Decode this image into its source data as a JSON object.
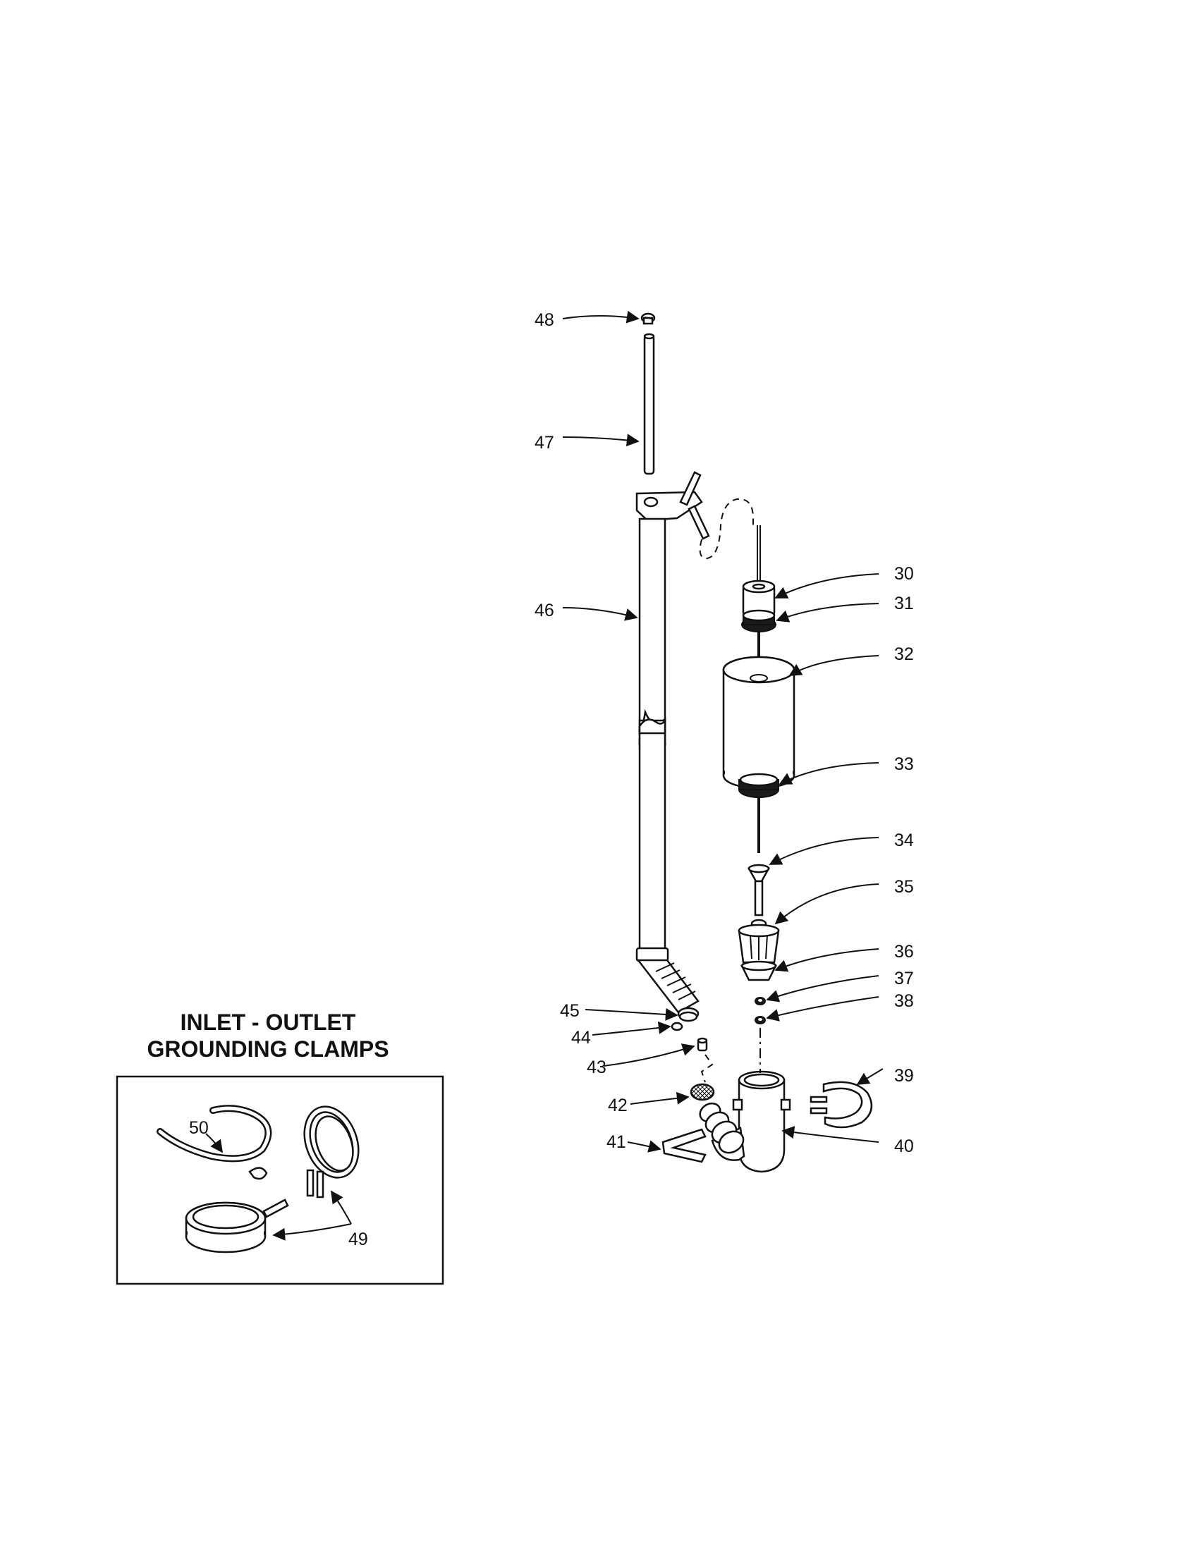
{
  "callouts": {
    "p30": "30",
    "p31": "31",
    "p32": "32",
    "p33": "33",
    "p34": "34",
    "p35": "35",
    "p36": "36",
    "p37": "37",
    "p38": "38",
    "p39": "39",
    "p40": "40",
    "p41": "41",
    "p42": "42",
    "p43": "43",
    "p44": "44",
    "p45": "45",
    "p46": "46",
    "p47": "47",
    "p48": "48",
    "p49": "49",
    "p50": "50"
  },
  "inset": {
    "title_line1": "INLET - OUTLET",
    "title_line2": "GROUNDING CLAMPS"
  },
  "colors": {
    "line": "#111111",
    "background": "#ffffff"
  }
}
